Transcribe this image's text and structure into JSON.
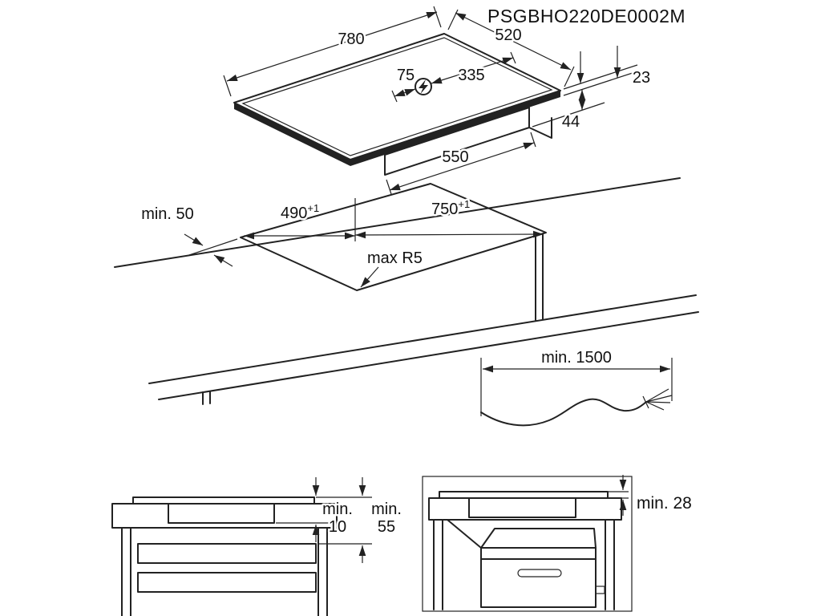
{
  "header": {
    "code": "PSGBHO220DE0002M"
  },
  "isometric_view": {
    "width_mm": "780",
    "depth_mm": "520",
    "connection_offset_left": "75",
    "connection_offset_right": "335",
    "glass_thickness": "23",
    "body_height": "44",
    "body_width": "550",
    "power_icon": "lightning-bolt"
  },
  "cutout_view": {
    "front_clearance": "min. 50",
    "cutout_depth": "490",
    "cutout_depth_tolerance": "+1",
    "cutout_width": "750",
    "cutout_width_tolerance": "+1",
    "corner_radius": "max R5"
  },
  "cable_view": {
    "cable_length": "min. 1500"
  },
  "clearance_view": {
    "top_gap_label": "min.",
    "top_gap_value": "10",
    "bottom_gap_label": "min.",
    "bottom_gap_value": "55"
  },
  "oven_view": {
    "oven_clearance": "min. 28"
  }
}
